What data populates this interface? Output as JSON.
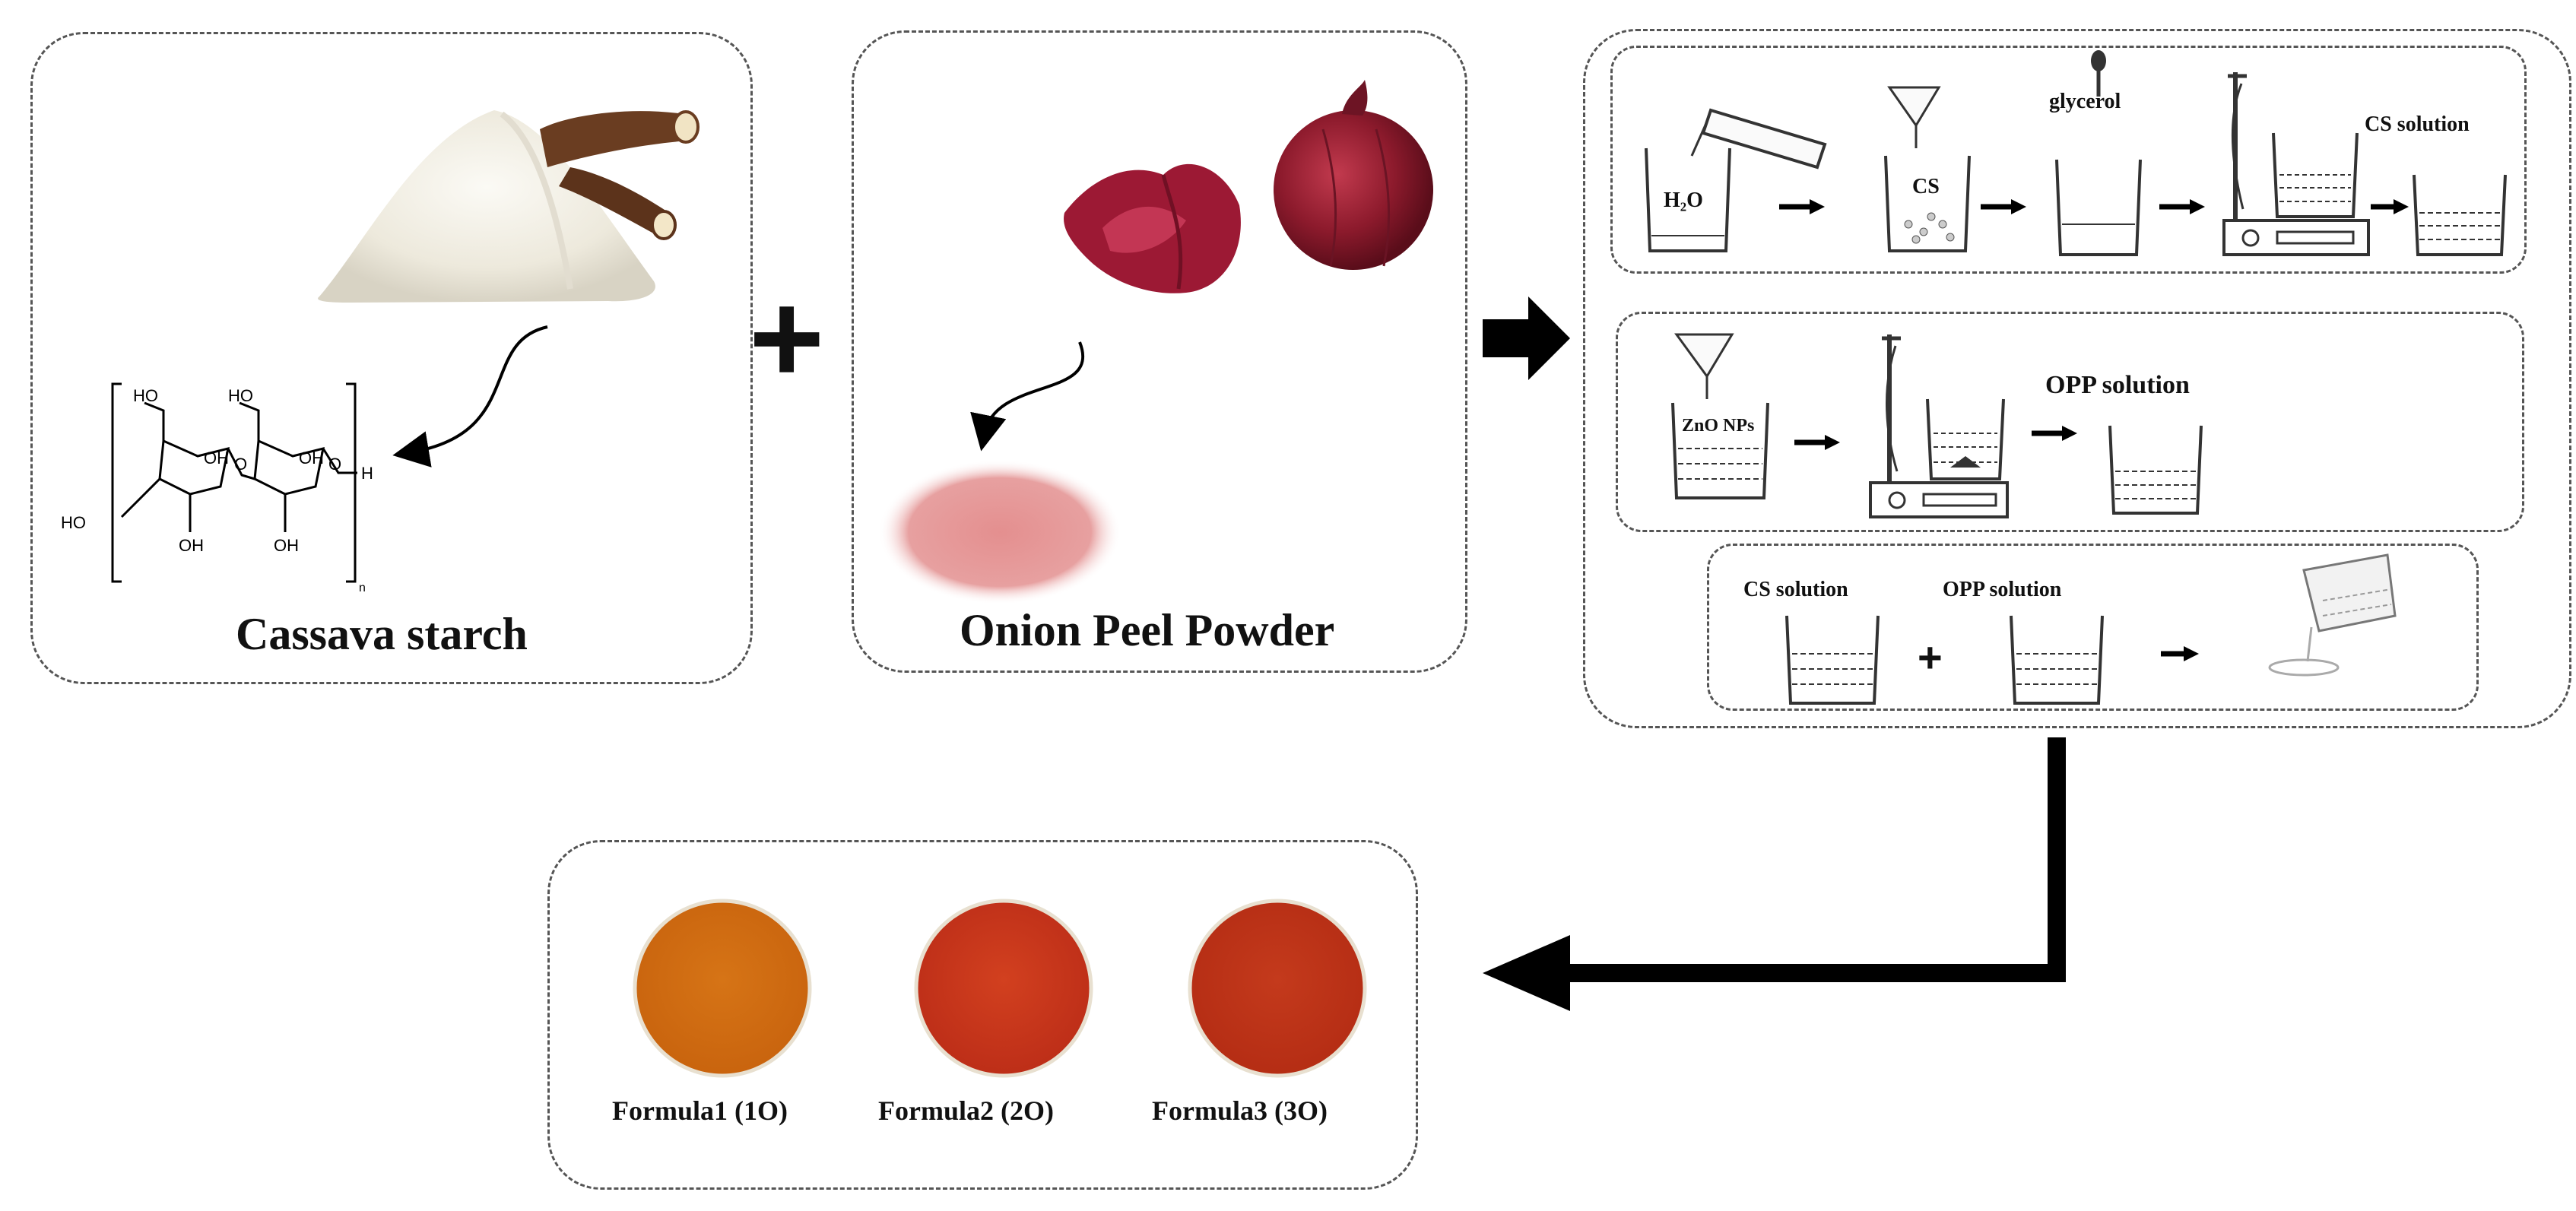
{
  "panels": {
    "cassava": {
      "title": "Cassava starch",
      "structure_labels": {
        "ho_top_left": "HO",
        "ho_top_right": "HO",
        "oh_1": "OH",
        "oh_2": "OH",
        "oh_3": "OH",
        "oh_4": "OH",
        "o_ring": "O",
        "o_link": "O",
        "h": "H",
        "ho_left": "HO",
        "subscript": "n"
      }
    },
    "onion": {
      "title": "Onion Peel Powder"
    },
    "process": {
      "row1": {
        "water_label": "H₂O",
        "cs_label": "CS",
        "glycerol_label": "glycerol",
        "result_label": "CS solution"
      },
      "row2": {
        "zno_label": "ZnO NPs",
        "result_label": "OPP solution"
      },
      "row3": {
        "left_label": "CS solution",
        "right_label": "OPP solution",
        "plus": "+"
      }
    },
    "results": {
      "formulas": [
        {
          "label": "Formula1 (1O)",
          "color": "#c9640e"
        },
        {
          "label": "Formula2 (2O)",
          "color": "#c0321a"
        },
        {
          "label": "Formula3 (3O)",
          "color": "#b52d14"
        }
      ]
    }
  },
  "connectors": {
    "plus_sign": "+"
  },
  "colors": {
    "arrow": "#000000",
    "border": "#555555",
    "onion_red": "#8c1a2c",
    "powder_pink": "#e7a0a0"
  }
}
